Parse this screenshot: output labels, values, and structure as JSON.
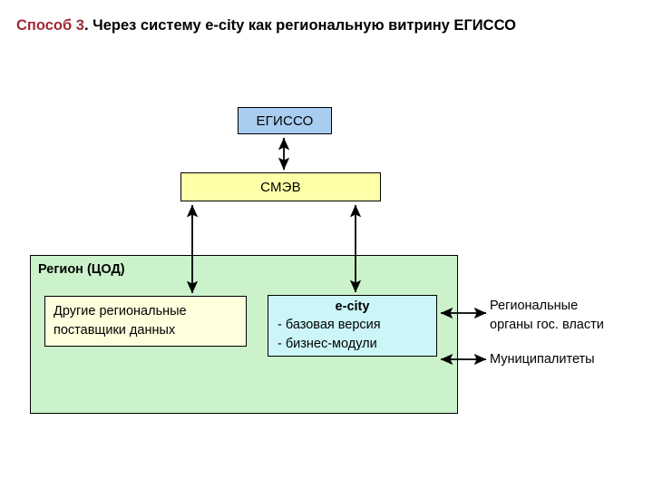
{
  "slide": {
    "title": {
      "accent": "Способ 3",
      "rest": ". Через систему e-city как региональную витрину ЕГИССО",
      "accent_color": "#9e2b36",
      "text_color": "#000000"
    },
    "background": "#ffffff"
  },
  "diagram": {
    "type": "flow-diagram",
    "nodes": {
      "egisso": {
        "label": "ЕГИССО",
        "fill": "#a9cdf0",
        "border": "#000000"
      },
      "smev": {
        "label": "СМЭВ",
        "fill": "#ffffa8",
        "border": "#000000"
      },
      "region": {
        "label": "Регион (ЦОД)",
        "fill": "#ccf2cc",
        "border": "#000000"
      },
      "providers": {
        "lines": [
          "Другие региональные",
          "поставщики данных"
        ],
        "fill": "#ffffdd",
        "border": "#000000"
      },
      "ecity": {
        "heading": "e-city",
        "lines": [
          "- базовая версия",
          "- бизнес-модули"
        ],
        "fill": "#ccf5f8",
        "border": "#000000"
      }
    },
    "side_labels": {
      "gov": {
        "line1": "Региональные",
        "line2": "органы гос. власти"
      },
      "municipalities": {
        "line1": "Муниципалитеты"
      }
    },
    "connectors": [
      {
        "name": "egisso-smev",
        "from": "egisso",
        "to": "smev",
        "style": "double-arrow-vertical"
      },
      {
        "name": "smev-providers",
        "from": "smev",
        "to": "providers",
        "style": "double-arrow-vertical"
      },
      {
        "name": "smev-ecity",
        "from": "smev",
        "to": "ecity",
        "style": "double-arrow-vertical"
      },
      {
        "name": "ecity-gov",
        "from": "ecity",
        "to": "gov",
        "style": "double-arrow-horizontal"
      },
      {
        "name": "ecity-municipalities",
        "from": "ecity",
        "to": "municipalities",
        "style": "double-arrow-horizontal"
      }
    ]
  }
}
